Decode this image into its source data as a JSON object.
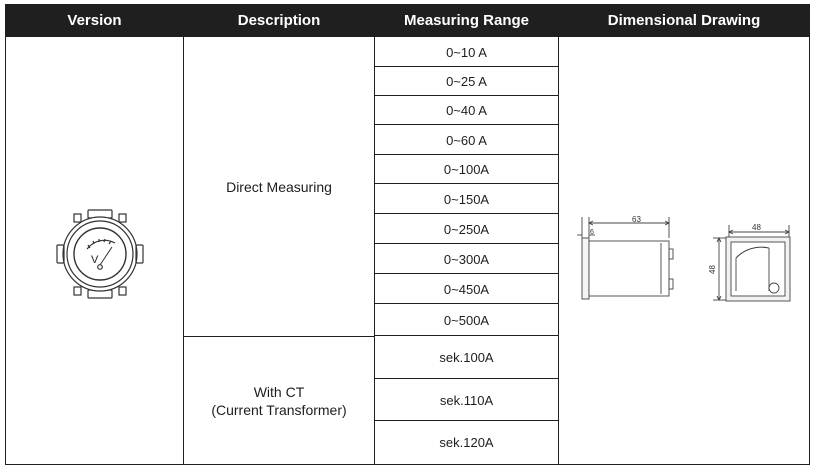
{
  "header": {
    "version": "Version",
    "description": "Description",
    "measuring_range": "Measuring Range",
    "dimensional_drawing": "Dimensional Drawing"
  },
  "description": {
    "direct": "Direct Measuring",
    "ct_line1": "With CT",
    "ct_line2": "(Current Transformer)"
  },
  "ranges": [
    "0~10 A",
    "0~25 A",
    "0~40 A",
    "0~60 A",
    "0~100A",
    "0~150A",
    "0~250A",
    "0~300A",
    "0~450A",
    "0~500A",
    "sek.100A",
    "sek.110A",
    "sek.120A"
  ],
  "meter_symbol": "V",
  "drawing": {
    "side_width": "63",
    "side_depth": "6",
    "front_width": "48",
    "front_height": "48"
  }
}
